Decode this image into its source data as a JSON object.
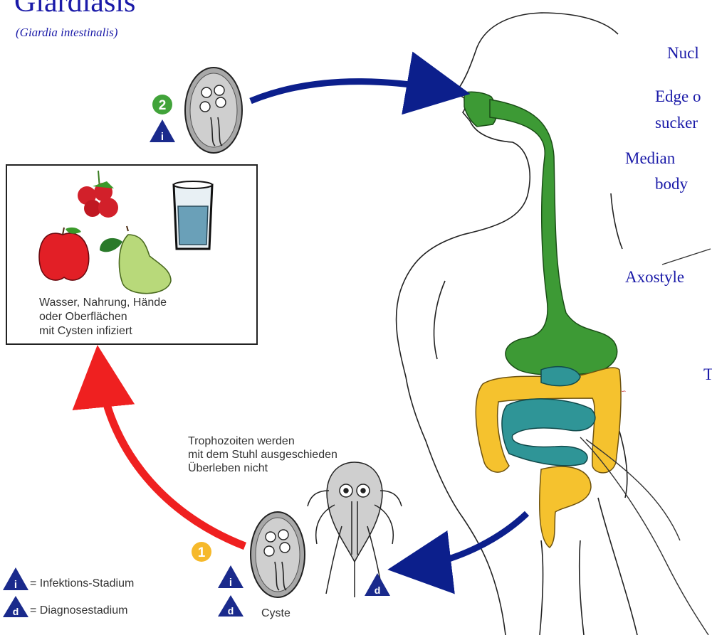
{
  "title": "Giardiasis",
  "subtitle": "(Giardia intestinalis)",
  "source_box": {
    "line1": "Wasser, Nahrung, Hände",
    "line2": "oder Oberflächen",
    "line3": "mit Cysten infiziert"
  },
  "trophozoite_note": {
    "line1": "Trophozoiten werden",
    "line2": "mit dem Stuhl ausgeschieden",
    "line3": "Überleben nicht"
  },
  "cyst_label": "Cyste",
  "stage_numbers": {
    "one": "1",
    "two": "2"
  },
  "legend": {
    "infective_symbol": "i",
    "infective_label": "= Infektions-Stadium",
    "diagnostic_symbol": "d",
    "diagnostic_label": "= Diagnosestadium"
  },
  "anatomy_labels": {
    "nucleus": "Nucl",
    "edge_line1": "Edge o",
    "edge_line2": "sucker",
    "median_line1": "Median",
    "median_line2": "body",
    "axostyle": "Axostyle",
    "partial_t": "T"
  },
  "colors": {
    "arrow_blue": "#0c1f8c",
    "arrow_red": "#ef2020",
    "gut_green": "#3d9a35",
    "colon_yellow": "#f5c22e",
    "intestine_teal": "#2f9597",
    "stage1_orange": "#f6b92b",
    "stage2_green": "#41a33a",
    "badge_navy": "#1a2a8c",
    "label_blue": "#1a1aa8"
  },
  "icons": [
    "raspberries-icon",
    "apple-icon",
    "pear-icon",
    "water-glass-icon",
    "cyst-icon",
    "trophozoite-icon",
    "human-silhouette-icon"
  ]
}
